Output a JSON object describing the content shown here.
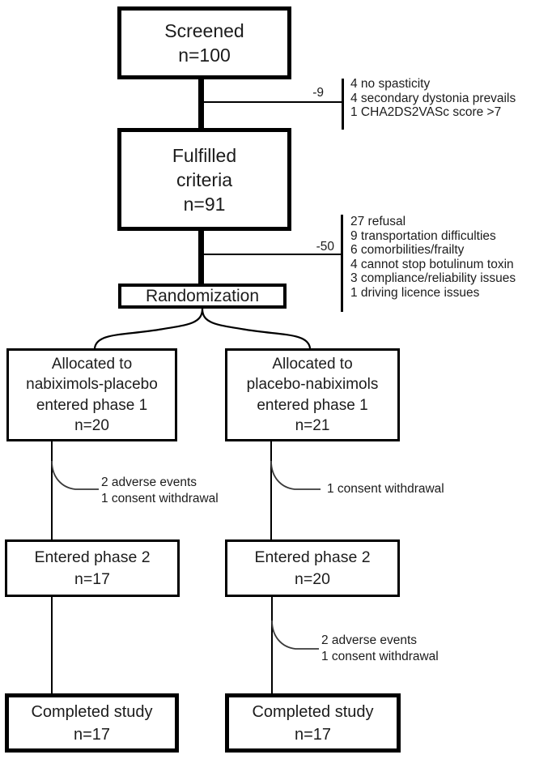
{
  "colors": {
    "box_border": "#000000",
    "text": "#1c1c1c",
    "connector": "#000000",
    "background": "#ffffff"
  },
  "boxes": {
    "screened": {
      "lines": [
        "Screened",
        "n=100"
      ]
    },
    "fulfilled_criteria": {
      "lines": [
        "Fulfilled",
        "criteria",
        "n=91"
      ]
    },
    "randomization": {
      "lines": [
        "Randomization"
      ]
    },
    "allocated_nabiximols_placebo": {
      "lines": [
        "Allocated to",
        "nabiximols-placebo",
        "entered phase 1",
        "n=20"
      ]
    },
    "allocated_placebo_nabiximols": {
      "lines": [
        "Allocated to",
        "placebo-nabiximols",
        "entered phase 1",
        "n=21"
      ]
    },
    "entered_phase2_left": {
      "lines": [
        "Entered phase 2",
        "n=17"
      ]
    },
    "entered_phase2_right": {
      "lines": [
        "Entered phase 2",
        "n=20"
      ]
    },
    "completed_left": {
      "lines": [
        "Completed study",
        "n=17"
      ]
    },
    "completed_right": {
      "lines": [
        "Completed study",
        "n=17"
      ]
    }
  },
  "exclusions_screening": {
    "delta": "-9",
    "items": [
      "4 no spasticity",
      "4 secondary dystonia prevails",
      "1 CHA2DS2VASc score >7"
    ]
  },
  "exclusions_randomization": {
    "delta": "-50",
    "items": [
      "27 refusal",
      "9 transportation difficulties",
      "6 comorbilities/frailty",
      "4 cannot stop botulinum toxin",
      "3 compliance/reliability issues",
      "1 driving licence issues"
    ]
  },
  "dropouts": {
    "left_phase1": [
      "2 adverse events",
      "1 consent withdrawal"
    ],
    "right_phase1": [
      "1 consent withdrawal"
    ],
    "right_phase2": [
      "2 adverse events",
      "1 consent withdrawal"
    ]
  }
}
